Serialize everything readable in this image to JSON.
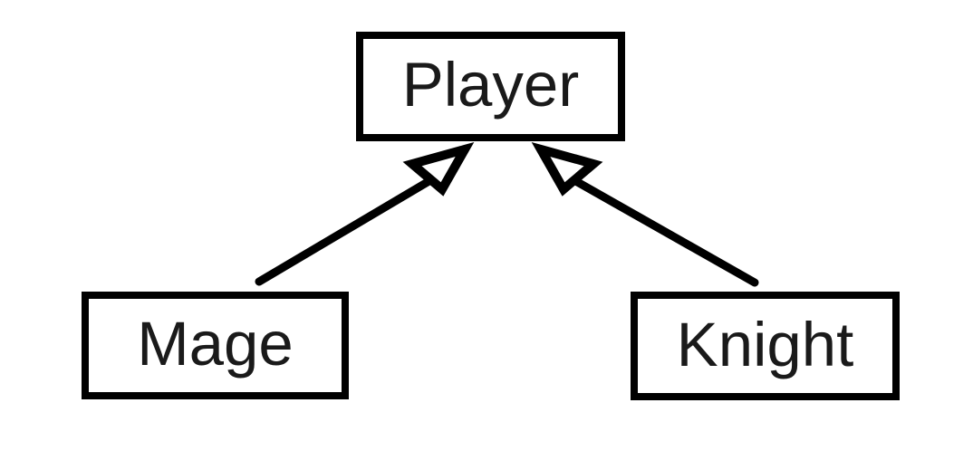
{
  "diagram": {
    "type": "uml-class-inheritance",
    "background_color": "#ffffff",
    "stroke_color": "#000000",
    "text_color": "#1a1a1a",
    "nodes": [
      {
        "id": "player",
        "label": "Player",
        "role": "superclass"
      },
      {
        "id": "mage",
        "label": "Mage",
        "role": "subclass"
      },
      {
        "id": "knight",
        "label": "Knight",
        "role": "subclass"
      }
    ],
    "edges": [
      {
        "id": "mage-to-player",
        "from": "mage",
        "to": "player",
        "relation": "generalization",
        "arrowhead": "hollow-triangle"
      },
      {
        "id": "knight-to-player",
        "from": "knight",
        "to": "player",
        "relation": "generalization",
        "arrowhead": "hollow-triangle"
      }
    ]
  }
}
